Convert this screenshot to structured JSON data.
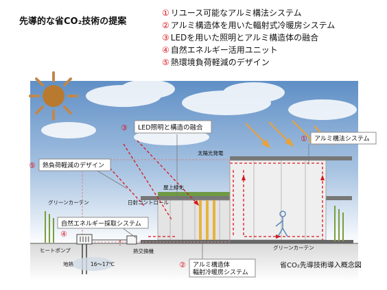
{
  "title": "先導的な省CO₂技術の提案",
  "proposals": [
    {
      "num": "①",
      "text": "リユース可能なアルミ構法システム"
    },
    {
      "num": "②",
      "text": "アルミ構造体を用いた輻射式冷暖房システム"
    },
    {
      "num": "③",
      "text": "LEDを用いた照明とアルミ構造体の融合"
    },
    {
      "num": "④",
      "text": "自然エネルギー活用ユニット"
    },
    {
      "num": "⑤",
      "text": "熱環境負荷軽減のデザイン"
    }
  ],
  "callouts": {
    "led": {
      "num": "③",
      "text": "LED照明と構造の融合"
    },
    "alum_system": {
      "num": "①",
      "text": "アルミ構法システム"
    },
    "thermal": {
      "num": "⑤",
      "text": "熱負荷軽減のデザイン"
    },
    "natural": {
      "num": "④",
      "text": "自然エネルギー採取システム"
    },
    "radiant": {
      "num": "②",
      "line1": "アルミ構造体",
      "line2": "輻射冷暖房システム"
    }
  },
  "labels": {
    "solar": "太陽光発電",
    "roof_green": "屋上緑化",
    "solar_control": "日射コントロール",
    "green_curtain_left": "グリーンカーテン",
    "green_curtain_right": "グリーンカーテン",
    "heat_pump": "ヒートポンプ",
    "heat_exchanger": "熱交換機",
    "geothermal": "地熱",
    "temperature": "16～17℃",
    "concept": "省CO₂先導技術導入概念図"
  },
  "colors": {
    "accent_red": "#d8141b",
    "frame": "#8c8c8c",
    "sky_top": "#5f8fc6"
  }
}
